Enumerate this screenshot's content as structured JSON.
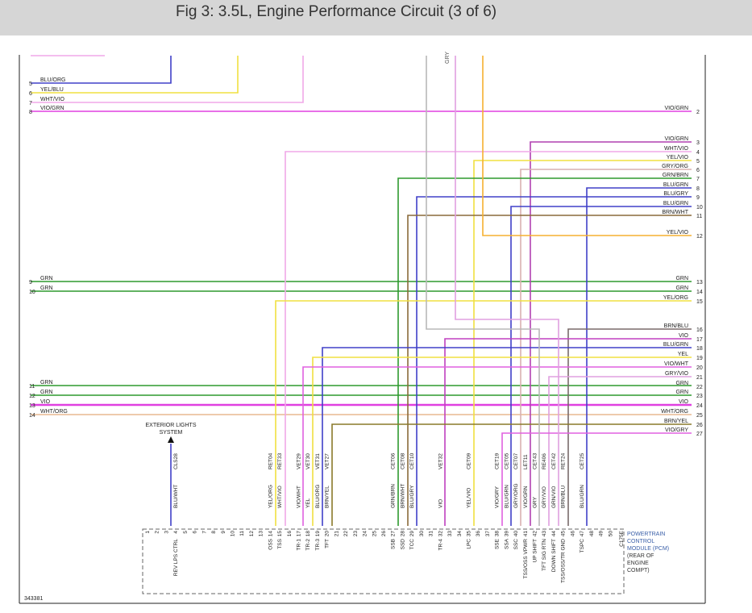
{
  "header": {
    "title": "Fig 3: 3.5L, Engine Performance Circuit (3 of 6)"
  },
  "diagram_id": "343381",
  "colors": {
    "GRN": "#2e9a2e",
    "YEL": "#f0e040",
    "VIO": "#e040e0",
    "BLU": "#4040c8",
    "PINK": "#f0a8e8",
    "ORG": "#f5b030",
    "GRY": "#b8b8b8",
    "BRN": "#8a6a3a",
    "WHT": "#e8c0c0"
  },
  "exterior": {
    "line1": "EXTERIOR LIGHTS",
    "line2": "SYSTEM"
  },
  "pcm": {
    "line1": "POWERTRAIN",
    "line2": "CONTROL",
    "line3": "MODULE (PCM)",
    "line4": "(REAR OF",
    "line5": "ENGINE",
    "line6": "COMPT)"
  },
  "left_wires": [
    {
      "num": "5",
      "label": "BLU/ORG"
    },
    {
      "num": "6",
      "label": "YEL/BLU"
    },
    {
      "num": "7",
      "label": "WHT/VIO"
    },
    {
      "num": "8",
      "label": "VIO/GRN"
    },
    {
      "num": "9",
      "label": "GRN"
    },
    {
      "num": "10",
      "label": "GRN"
    },
    {
      "num": "11",
      "label": "GRN"
    },
    {
      "num": "12",
      "label": "GRN"
    },
    {
      "num": "13",
      "label": "VIO"
    },
    {
      "num": "14",
      "label": "WHT/ORG"
    }
  ],
  "right_wires": [
    {
      "num": "2",
      "label": "VIO/GRN"
    },
    {
      "num": "3",
      "label": "VIO/GRN"
    },
    {
      "num": "4",
      "label": "WHT/VIO"
    },
    {
      "num": "5",
      "label": "YEL/VIO"
    },
    {
      "num": "6",
      "label": "GRY/ORG"
    },
    {
      "num": "7",
      "label": "GRN/BRN"
    },
    {
      "num": "8",
      "label": "BLU/GRN"
    },
    {
      "num": "9",
      "label": "BLU/GRY"
    },
    {
      "num": "10",
      "label": "BLU/GRN"
    },
    {
      "num": "11",
      "label": "BRN/WHT"
    },
    {
      "num": "12",
      "label": "YEL/VIO"
    },
    {
      "num": "13",
      "label": "GRN"
    },
    {
      "num": "14",
      "label": "GRN"
    },
    {
      "num": "15",
      "label": "YEL/ORG"
    },
    {
      "num": "16",
      "label": "BRN/BLU"
    },
    {
      "num": "17",
      "label": "VIO"
    },
    {
      "num": "18",
      "label": "BLU/GRN"
    },
    {
      "num": "19",
      "label": "YEL"
    },
    {
      "num": "20",
      "label": "VIO/WHT"
    },
    {
      "num": "21",
      "label": "GRY/VIO"
    },
    {
      "num": "22",
      "label": "GRN"
    },
    {
      "num": "23",
      "label": "GRN"
    },
    {
      "num": "24",
      "label": "VIO"
    },
    {
      "num": "25",
      "label": "WHT/ORG"
    },
    {
      "num": "26",
      "label": "BRN/YEL"
    },
    {
      "num": "27",
      "label": "VIO/GRY"
    }
  ],
  "top_label": "GRY",
  "pins": [
    {
      "n": "1"
    },
    {
      "n": "2"
    },
    {
      "n": "3"
    },
    {
      "n": "4",
      "wire": "BLU/WHT",
      "circuit": "CLS28",
      "func": "REV LPS CTRL"
    },
    {
      "n": "5"
    },
    {
      "n": "6"
    },
    {
      "n": "7"
    },
    {
      "n": "8"
    },
    {
      "n": "9"
    },
    {
      "n": "10"
    },
    {
      "n": "11"
    },
    {
      "n": "12"
    },
    {
      "n": "13"
    },
    {
      "n": "14",
      "wire": "YEL/ORG",
      "circuit": "RET04",
      "func": "OSS"
    },
    {
      "n": "15",
      "wire": "WHT/VIO",
      "circuit": "RET33",
      "func": "TSS"
    },
    {
      "n": "16"
    },
    {
      "n": "17",
      "wire": "VIO/WHT",
      "circuit": "VET29",
      "func": "TR-1"
    },
    {
      "n": "18",
      "wire": "YEL",
      "circuit": "VET30",
      "func": "TR-2"
    },
    {
      "n": "19",
      "wire": "BLU/ORG",
      "circuit": "VET31",
      "func": "TR-3"
    },
    {
      "n": "20",
      "wire": "BRN/YEL",
      "circuit": "VET27",
      "func": "TFT"
    },
    {
      "n": "21"
    },
    {
      "n": "22"
    },
    {
      "n": "23"
    },
    {
      "n": "24"
    },
    {
      "n": "25"
    },
    {
      "n": "26"
    },
    {
      "n": "27",
      "wire": "GRN/BRN",
      "circuit": "CET06",
      "func": "SSB"
    },
    {
      "n": "28",
      "wire": "BRN/WHT",
      "circuit": "CET08",
      "func": "SSD"
    },
    {
      "n": "29",
      "wire": "BLU/GRY",
      "circuit": "CET10",
      "func": "TCC"
    },
    {
      "n": "30"
    },
    {
      "n": "31"
    },
    {
      "n": "32",
      "wire": "VIO",
      "circuit": "VET32",
      "func": "TR-4"
    },
    {
      "n": "33"
    },
    {
      "n": "34"
    },
    {
      "n": "35",
      "wire": "YEL/VIO",
      "circuit": "CET09",
      "func": "LPC"
    },
    {
      "n": "36"
    },
    {
      "n": "37"
    },
    {
      "n": "38",
      "wire": "VIO/GRY",
      "circuit": "CET19",
      "func": "SSE"
    },
    {
      "n": "39",
      "wire": "BLU/GRN",
      "circuit": "CET05",
      "func": "SSA"
    },
    {
      "n": "40",
      "wire": "GRY/ORG",
      "circuit": "CET07",
      "func": "SSC"
    },
    {
      "n": "41",
      "wire": "VIO/GRN",
      "circuit": "LET11",
      "func": "TSS/OSS VPWR"
    },
    {
      "n": "42",
      "wire": "GRY",
      "circuit": "CET43",
      "func": "UP SHIFT"
    },
    {
      "n": "43",
      "wire": "GRY/VIO",
      "circuit": "RE406",
      "func": "TFT SIG RTN"
    },
    {
      "n": "44",
      "wire": "GRN/VIO",
      "circuit": "CET42",
      "func": "DOWN SHIFT"
    },
    {
      "n": "45",
      "wire": "BRN/BLU",
      "circuit": "RET24",
      "func": "TSS/OSS/TR GND"
    },
    {
      "n": "46"
    },
    {
      "n": "47",
      "wire": "BLU/GRN",
      "circuit": "CET25",
      "func": "TSPC"
    },
    {
      "n": "48"
    },
    {
      "n": "49"
    },
    {
      "n": "50"
    },
    {
      "n": "C175E"
    }
  ]
}
